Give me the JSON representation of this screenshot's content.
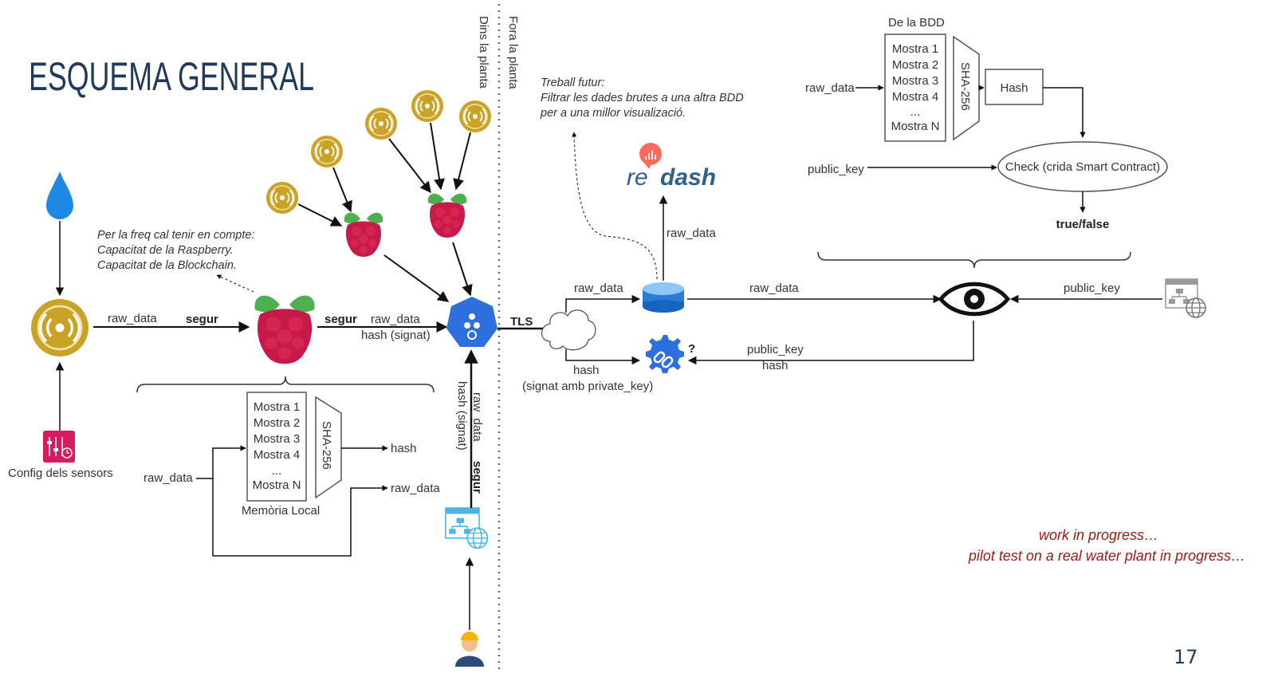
{
  "slide": {
    "title": "ESQUEMA GENERAL",
    "page_number": "17",
    "zone_inside": "Dins la planta",
    "zone_outside": "Fora la planta",
    "footer_line1": "work in progress…",
    "footer_line2": "pilot test on a real water plant in progress…"
  },
  "notes": {
    "freq_1": "Per la freq cal tenir en compte:",
    "freq_2": "Capacitat de la Raspberry.",
    "freq_3": "Capacitat de la Blockchain.",
    "future_1": "Treball futur:",
    "future_2": "Filtrar les dades brutes a una altra BDD",
    "future_3": "per a una millor visualizació."
  },
  "labels": {
    "raw_data": "raw_data",
    "segur": "segur",
    "hash_signat": "hash (signat)",
    "tls": "TLS",
    "hash": "hash",
    "signat_private": "(signat amb private_key)",
    "public_key": "public_key",
    "config": "Config dels sensors",
    "memoria_local": "Memòria Local",
    "sha256": "SHA-256",
    "de_la_bdd": "De la BDD",
    "hash_box": "Hash",
    "check": "Check (crida Smart Contract)",
    "true_false": "true/false",
    "redash_re": "re",
    "redash_dash": "dash",
    "question": "?"
  },
  "mostres": [
    "Mostra 1",
    "Mostra 2",
    "Mostra 3",
    "Mostra 4",
    "...",
    "Mostra N"
  ],
  "icons": {
    "water_drop": "water-drop-icon",
    "sensor": "sensor-icon",
    "raspberry": "raspberry-pi-icon",
    "kubernetes": "kubernetes-icon",
    "cloud": "cloud-icon",
    "database": "database-icon",
    "blockchain": "blockchain-link-icon",
    "eye": "eye-icon",
    "web_app": "web-app-icon",
    "operator": "operator-person-icon",
    "config": "config-sensors-icon",
    "redash": "redash-logo-icon"
  },
  "colors": {
    "title": "#1f3a5a",
    "sensor_gold": "#c9a227",
    "raspberry_red": "#c51a4a",
    "leaf_green": "#4caf50",
    "kubernetes_blue": "#2d6fdc",
    "water_blue": "#1e88e5",
    "footer_red": "#9a1a14"
  }
}
